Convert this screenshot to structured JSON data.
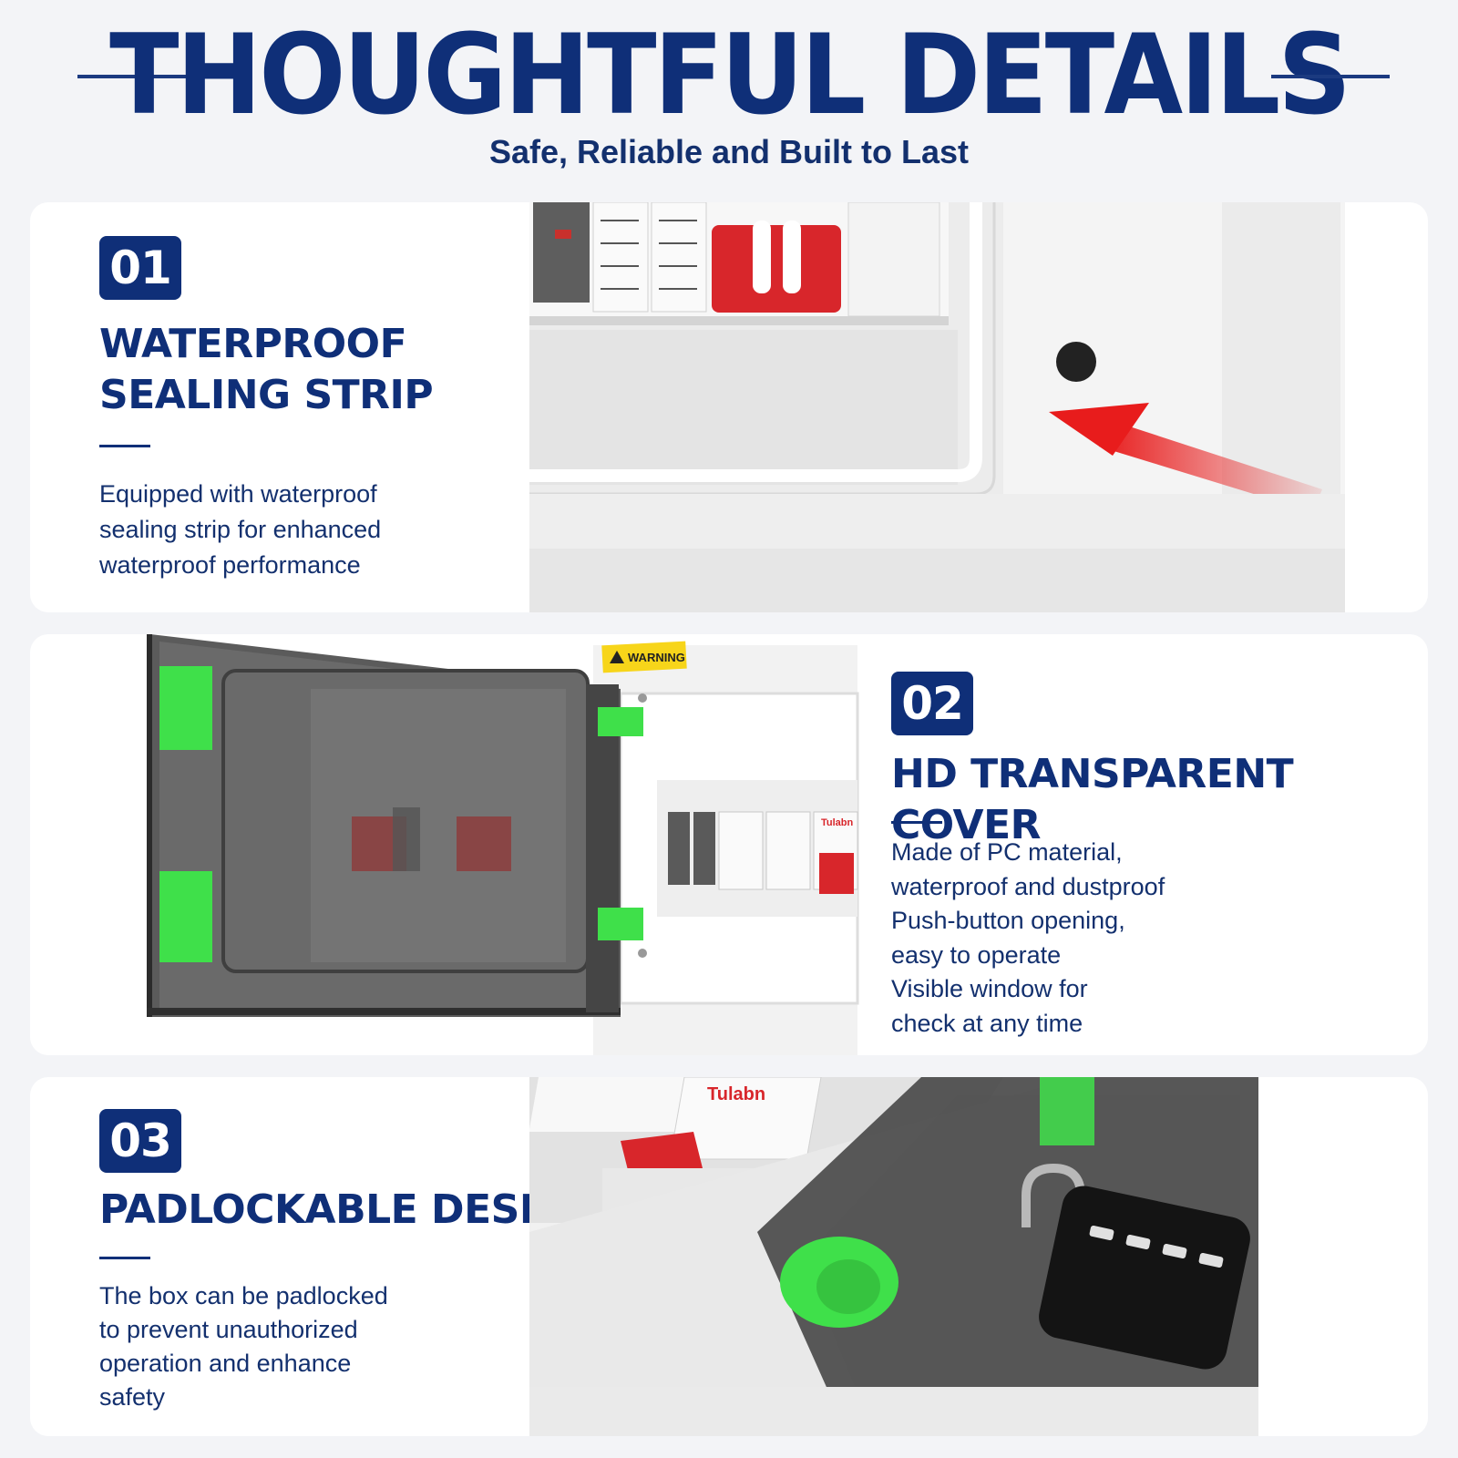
{
  "header": {
    "title": "THOUGHTFUL DETAILS",
    "subtitle": "Safe, Reliable and Built to Last"
  },
  "features": [
    {
      "number": "01",
      "heading_lines": [
        "WATERPROOF",
        "SEALING STRIP"
      ],
      "body_lines": [
        "Equipped with waterproof",
        "sealing strip for enhanced",
        "waterproof performance"
      ]
    },
    {
      "number": "02",
      "heading_lines": [
        "HD TRANSPARENT COVER"
      ],
      "body_lines": [
        "Made of PC material,",
        "waterproof and dustproof",
        "Push-button opening,",
        "easy to operate",
        "Visible window for",
        "check at any time"
      ]
    },
    {
      "number": "03",
      "heading_lines": [
        "PADLOCKABLE DESIGN"
      ],
      "body_lines": [
        "The box can be padlocked",
        "to prevent unauthorized",
        "operation and enhance",
        "safety"
      ]
    }
  ],
  "product_labels": {
    "warning_sticker": "WARNING",
    "breaker_brand": "Tulabn"
  },
  "colors": {
    "navy": "#0f2f78",
    "accent_green": "#3fe04a",
    "arrow_red": "#e81c1c",
    "breaker_red": "#d8262b"
  }
}
